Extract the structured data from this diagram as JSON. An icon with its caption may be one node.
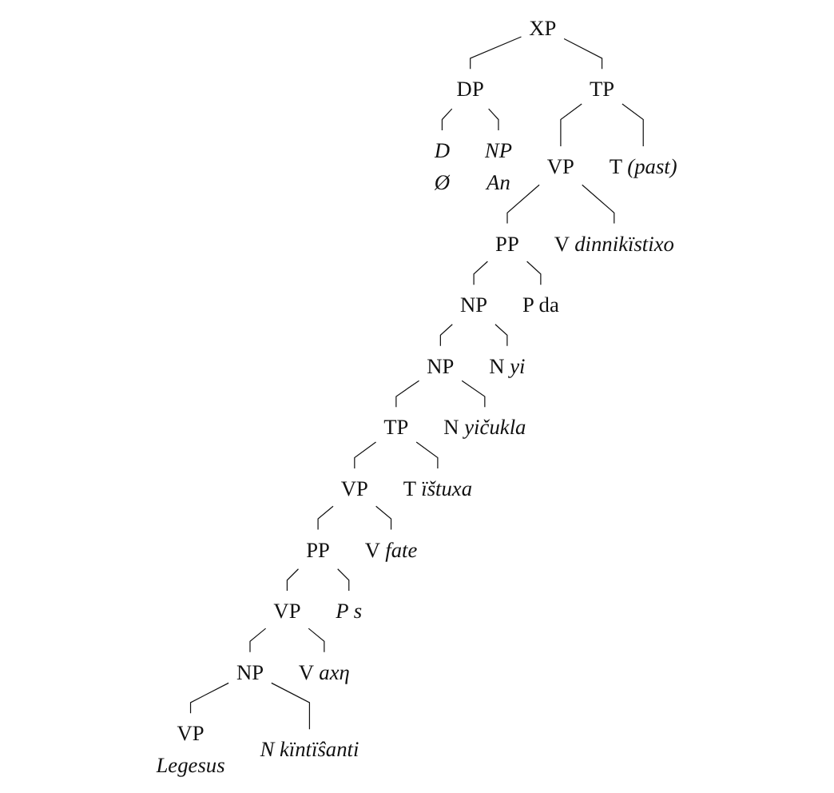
{
  "diagram": {
    "nodes": [
      {
        "text": [
          "XP"
        ]
      },
      {
        "text": [
          "DP"
        ]
      },
      {
        "text": [
          "TP"
        ]
      },
      {
        "text": [
          "D"
        ],
        "beside": [
          "Ø"
        ]
      },
      {
        "text": [
          "NP"
        ],
        "beside": [
          "An"
        ]
      },
      {
        "text": [
          "VP"
        ]
      },
      {
        "text": [
          "T *(past)*"
        ]
      },
      {
        "text": [
          "PP"
        ]
      },
      {
        "text": [
          "V *dinnikïstixo*"
        ]
      },
      {
        "text": [
          "NP"
        ]
      },
      {
        "text": [
          "P da"
        ]
      },
      {
        "text": [
          "NP"
        ]
      },
      {
        "text": [
          "N *yi*"
        ]
      },
      {
        "text": [
          "TP"
        ]
      },
      {
        "text": [
          "N *yičukla*"
        ]
      },
      {
        "text": [
          "VP"
        ]
      },
      {
        "text": [
          "T *ïštuxa*"
        ]
      },
      {
        "text": [
          "PP"
        ]
      },
      {
        "text": [
          "V *fate*"
        ]
      },
      {
        "text": [
          "VP"
        ]
      },
      {
        "text": [
          "P s"
        ]
      },
      {
        "text": [
          "NP"
        ]
      },
      {
        "text": [
          "V *axη*"
        ]
      },
      {
        "text": [
          "VP"
        ],
        "beside": [
          "Legesus"
        ]
      },
      {
        "text": [
          "N kïntïŝanti"
        ]
      }
    ],
    "edges": [
      {
        "from": 0,
        "to": 1,
        "arrow": "none"
      },
      {
        "from": 0,
        "to": 2,
        "arrow": "none"
      },
      {
        "from": 1,
        "to": 3,
        "arrow": "none"
      },
      {
        "from": 1,
        "to": 4,
        "arrow": "none"
      },
      {
        "from": 2,
        "to": 5,
        "arrow": "none"
      },
      {
        "from": 2,
        "to": 6,
        "arrow": "none"
      },
      {
        "from": 5,
        "to": 7,
        "arrow": "none"
      },
      {
        "from": 5,
        "to": 8,
        "arrow": "none"
      },
      {
        "from": 7,
        "to": 9,
        "arrow": "none"
      },
      {
        "from": 7,
        "to": 10,
        "arrow": "none"
      },
      {
        "from": 9,
        "to": 11,
        "arrow": "none"
      },
      {
        "from": 9,
        "to": 12,
        "arrow": "none"
      },
      {
        "from": 11,
        "to": 13,
        "arrow": "none"
      },
      {
        "from": 11,
        "to": 14,
        "arrow": "none"
      },
      {
        "from": 13,
        "to": 15,
        "arrow": "none"
      },
      {
        "from": 13,
        "to": 16,
        "arrow": "none"
      },
      {
        "from": 15,
        "to": 17,
        "arrow": "none"
      },
      {
        "from": 15,
        "to": 18,
        "arrow": "none"
      },
      {
        "from": 17,
        "to": 19,
        "arrow": "none"
      },
      {
        "from": 17,
        "to": 20,
        "arrow": "none"
      },
      {
        "from": 19,
        "to": 21,
        "arrow": "none"
      },
      {
        "from": 19,
        "to": 22,
        "arrow": "none"
      },
      {
        "from": 21,
        "to": 23,
        "arrow": "none"
      },
      {
        "from": 21,
        "to": 24,
        "arrow": "none"
      }
    ]
  }
}
